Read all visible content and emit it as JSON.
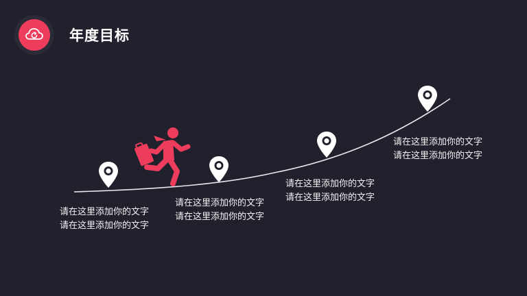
{
  "header": {
    "title": "年度目标",
    "badge_icon": "cloud-refresh-icon",
    "accent_color": "#ee3d5c"
  },
  "milestones": [
    {
      "icon": "map-pin-icon",
      "text": "请在这里添加你的文字请在这里添加你的文字"
    },
    {
      "icon": "map-pin-icon",
      "text": "请在这里添加你的文字请在这里添加你的文字"
    },
    {
      "icon": "map-pin-icon",
      "text": "请在这里添加你的文字请在这里添加你的文字"
    },
    {
      "icon": "map-pin-icon",
      "text": "请在这里添加你的文字请在这里添加你的文字"
    }
  ],
  "illustration": {
    "icon": "running-businessman-icon",
    "color": "#ee3d5c"
  },
  "colors": {
    "background": "#21212e",
    "text": "#ffffff"
  }
}
